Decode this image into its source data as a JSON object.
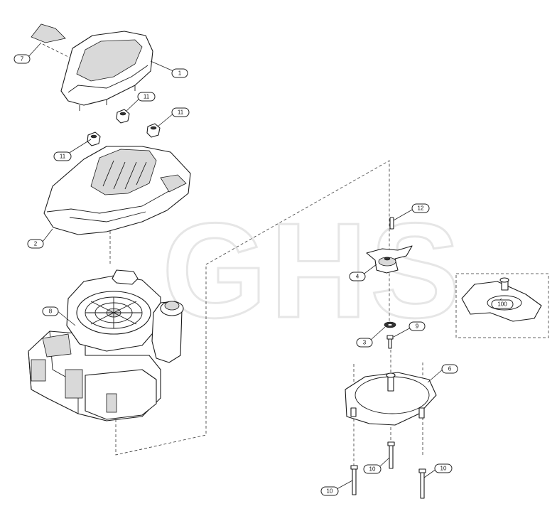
{
  "watermark": "GHS",
  "callouts": [
    {
      "id": "c7",
      "label": "7"
    },
    {
      "id": "c1",
      "label": "1"
    },
    {
      "id": "c11a",
      "label": "11"
    },
    {
      "id": "c11b",
      "label": "11"
    },
    {
      "id": "c11c",
      "label": "11"
    },
    {
      "id": "c2",
      "label": "2"
    },
    {
      "id": "c8",
      "label": "8"
    },
    {
      "id": "c12",
      "label": "12"
    },
    {
      "id": "c4",
      "label": "4"
    },
    {
      "id": "c100",
      "label": "100"
    },
    {
      "id": "c3",
      "label": "3"
    },
    {
      "id": "c9",
      "label": "9"
    },
    {
      "id": "c6",
      "label": "6"
    },
    {
      "id": "c10a",
      "label": "10"
    },
    {
      "id": "c10b",
      "label": "10"
    },
    {
      "id": "c10c",
      "label": "10"
    }
  ]
}
